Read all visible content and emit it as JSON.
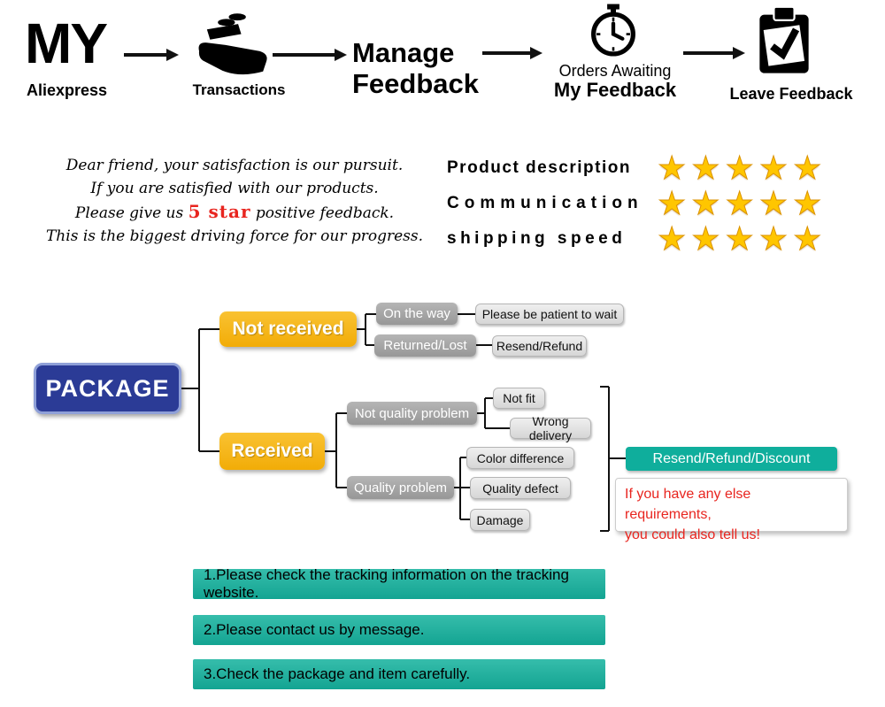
{
  "header": {
    "my": "MY",
    "aliexpress": "Aliexpress",
    "transactions": "Transactions",
    "manage_line1": "Manage",
    "manage_line2": "Feedback",
    "orders_awaiting": "Orders Awaiting",
    "my_feedback": "My Feedback",
    "leave_feedback": "Leave Feedback"
  },
  "message": {
    "line1": "Dear friend, your satisfaction is our pursuit.",
    "line2": "If you are satisfied with our products.",
    "line3_pre": "Please give us ",
    "line3_red": "5 star",
    "line3_post": " positive feedback.",
    "line4": "This is the biggest driving force for our progress."
  },
  "ratings": {
    "items": [
      {
        "label": "Product description",
        "stars": "★★★★★"
      },
      {
        "label": "Communication",
        "stars": "★★★★★"
      },
      {
        "label": "shipping speed",
        "stars": "★★★★★"
      }
    ]
  },
  "flowchart": {
    "package": "PACKAGE",
    "not_received": "Not received",
    "received": "Received",
    "on_the_way": "On the way",
    "be_patient": "Please be patient to wait",
    "returned_lost": "Returned/Lost",
    "resend_refund": "Resend/Refund",
    "not_quality_problem": "Not quality problem",
    "not_fit": "Not fit",
    "wrong_delivery": "Wrong delivery",
    "quality_problem": "Quality problem",
    "color_difference": "Color difference",
    "quality_defect": "Quality defect",
    "damage": "Damage",
    "resend_refund_discount": "Resend/Refund/Discount",
    "note_line1": "If you have any else requirements,",
    "note_line2": "you could also tell us!"
  },
  "steps": [
    "1.Please check the tracking information on the tracking website.",
    "2.Please contact us by message.",
    "3.Check the package and item carefully."
  ],
  "colors": {
    "teal": "#0FAE9C",
    "yellow": "#F5B41A",
    "blue": "#2B3B96",
    "red": "#E8251F",
    "star_gold": "#FFC600",
    "gray_dark": "#9E9E9E",
    "gray_light": "#DCDCDC"
  }
}
